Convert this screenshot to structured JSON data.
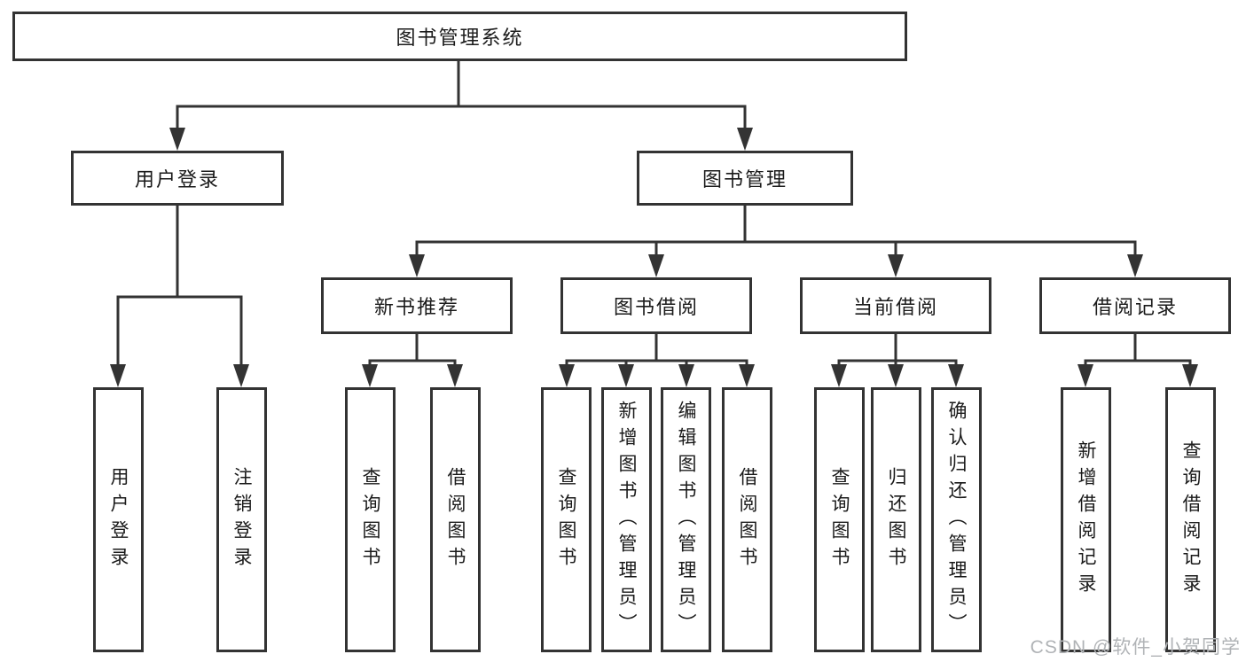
{
  "root": {
    "label": "图书管理系统"
  },
  "level2": [
    {
      "label": "用户登录"
    },
    {
      "label": "图书管理"
    }
  ],
  "level3": [
    {
      "label": "新书推荐",
      "parent": "图书管理"
    },
    {
      "label": "图书借阅",
      "parent": "图书管理"
    },
    {
      "label": "当前借阅",
      "parent": "图书管理"
    },
    {
      "label": "借阅记录",
      "parent": "图书管理"
    }
  ],
  "leaves": [
    {
      "label": "用户登录",
      "parent": "用户登录"
    },
    {
      "label": "注销登录",
      "parent": "用户登录"
    },
    {
      "label": "查询图书",
      "parent": "新书推荐"
    },
    {
      "label": "借阅图书",
      "parent": "新书推荐"
    },
    {
      "label": "查询图书",
      "parent": "图书借阅"
    },
    {
      "label": "新增图书（管理员）",
      "parent": "图书借阅"
    },
    {
      "label": "编辑图书（管理员）",
      "parent": "图书借阅"
    },
    {
      "label": "借阅图书",
      "parent": "图书借阅"
    },
    {
      "label": "查询图书",
      "parent": "当前借阅"
    },
    {
      "label": "归还图书",
      "parent": "当前借阅"
    },
    {
      "label": "确认归还（管理员）",
      "parent": "当前借阅"
    },
    {
      "label": "新增借阅记录",
      "parent": "借阅记录"
    },
    {
      "label": "查询借阅记录",
      "parent": "借阅记录"
    }
  ],
  "watermark": "CSDN @软件_小贺同学",
  "colors": {
    "line": "#333333",
    "box_border": "#333333",
    "box_fill": "#ffffff",
    "text": "#1a1a1a",
    "watermark": "#b0b3b6",
    "background": "#ffffff"
  }
}
